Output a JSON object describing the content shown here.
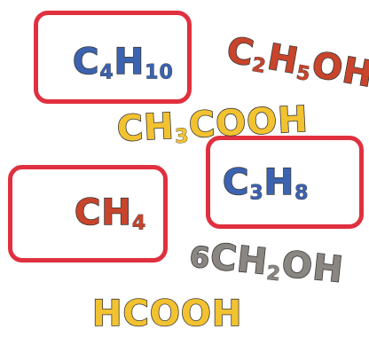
{
  "colors": {
    "box_border": "#e0303f",
    "blue": "#3c63b0",
    "red": "#c8442b",
    "yellow": "#f2c230",
    "gray": "#8a8681",
    "outline": "#3a3a3a"
  },
  "formulas": {
    "butane": {
      "p1": "C",
      "s1": "4",
      "p2": "H",
      "s2": "10",
      "boxed": true
    },
    "ethanol": {
      "p1": "C",
      "s1": "2",
      "p2": "H",
      "s2": "5",
      "p3": "OH",
      "boxed": false
    },
    "acetic_acid": {
      "p1": "CH",
      "s1": "3",
      "p2": "COOH",
      "boxed": false
    },
    "methane": {
      "p1": "CH",
      "s1": "4",
      "boxed": true
    },
    "propane": {
      "p1": "C",
      "s1": "3",
      "p2": "H",
      "s2": "8",
      "boxed": true
    },
    "methanol_like": {
      "pre": "6",
      "p1": "CH",
      "s1": "2",
      "p2": "OH",
      "boxed": false
    },
    "formic_acid": {
      "p1": "HCOOH",
      "boxed": false
    }
  }
}
